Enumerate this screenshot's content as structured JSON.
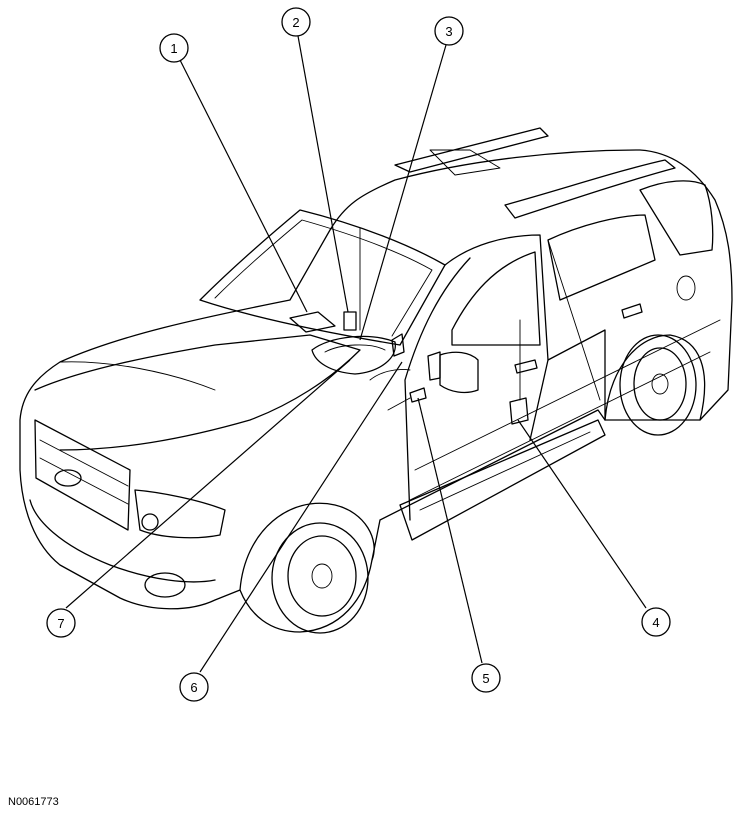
{
  "figure_id": "N0061773",
  "callouts": [
    {
      "number": "1"
    },
    {
      "number": "2"
    },
    {
      "number": "3"
    },
    {
      "number": "4"
    },
    {
      "number": "5"
    },
    {
      "number": "6"
    },
    {
      "number": "7"
    }
  ]
}
